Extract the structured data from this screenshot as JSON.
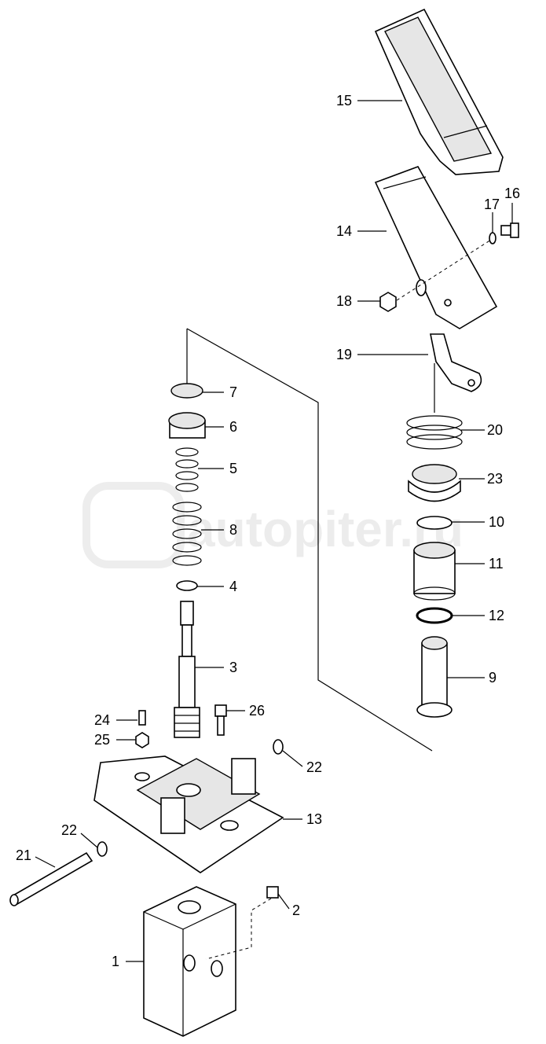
{
  "watermark": "autopiter.ru",
  "labels": {
    "p1": "1",
    "p2": "2",
    "p3": "3",
    "p4": "4",
    "p5": "5",
    "p6": "6",
    "p7": "7",
    "p8": "8",
    "p9": "9",
    "p10": "10",
    "p11": "11",
    "p12": "12",
    "p13": "13",
    "p14": "14",
    "p15": "15",
    "p16": "16",
    "p17": "17",
    "p18": "18",
    "p19": "19",
    "p20": "20",
    "p21": "21",
    "p22a": "22",
    "p22b": "22",
    "p23": "23",
    "p24": "24",
    "p25": "25",
    "p26": "26"
  }
}
